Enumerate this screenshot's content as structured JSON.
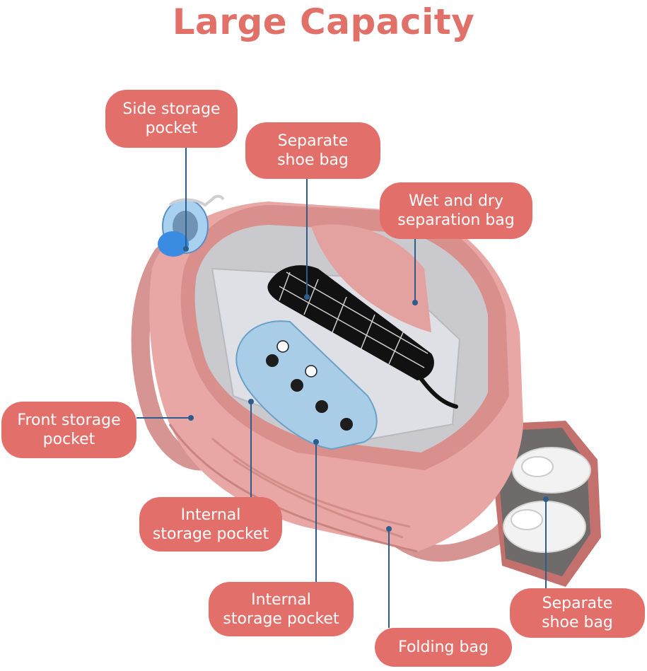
{
  "title": "Large Capacity",
  "labels": {
    "side_storage": [
      "Side storage",
      "pocket"
    ],
    "separate_shoe_top": [
      "Separate",
      "shoe bag"
    ],
    "wet_dry": [
      "Wet and dry",
      "separation bag"
    ],
    "front_storage": [
      "Front storage",
      "pocket"
    ],
    "internal_left": [
      "Internal",
      "storage pocket"
    ],
    "internal_bottom": [
      "Internal",
      "storage pocket"
    ],
    "folding": [
      "Folding bag"
    ],
    "separate_shoe_bottom": [
      "Separate",
      "shoe bag"
    ]
  },
  "colors": {
    "title": "#e07068",
    "callout": "#e26f69",
    "leader_line": "#2d5d8c",
    "bag_pink": "#e8a6a4",
    "bag_dark": "#c98380"
  },
  "icons": [
    "bottle-icon",
    "umbrella-icon",
    "pouch-icon",
    "sneaker-icon",
    "sneaker-icon"
  ]
}
